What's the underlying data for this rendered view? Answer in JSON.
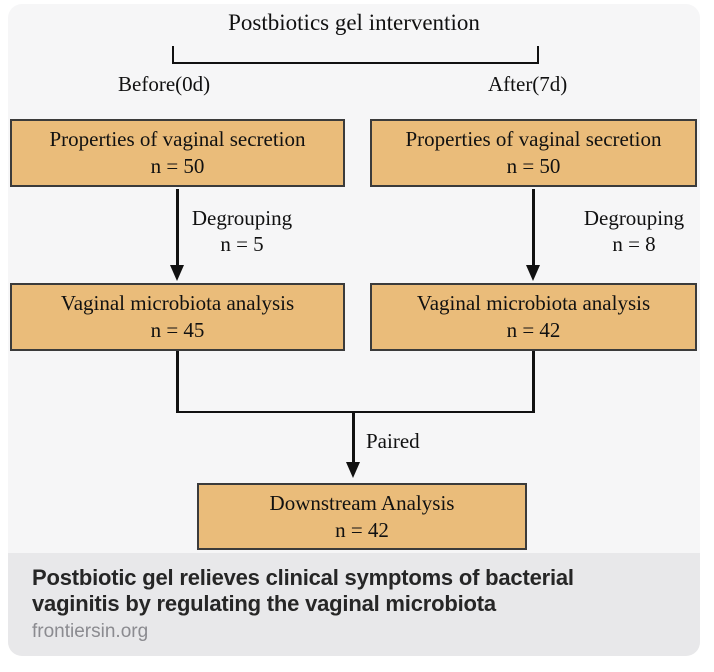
{
  "flowchart": {
    "title": "Postbiotics gel intervention",
    "branches": [
      {
        "label": "Before(0d)"
      },
      {
        "label": "After(7d)"
      }
    ],
    "boxes": [
      {
        "id": "secretion-before",
        "line1": "Properties of vaginal secretion",
        "line2": "n = 50"
      },
      {
        "id": "secretion-after",
        "line1": "Properties of vaginal secretion",
        "line2": "n = 50"
      },
      {
        "id": "microbiota-before",
        "line1": "Vaginal microbiota analysis",
        "line2": "n = 45"
      },
      {
        "id": "microbiota-after",
        "line1": "Vaginal microbiota analysis",
        "line2": "n = 42"
      },
      {
        "id": "downstream",
        "line1": "Downstream Analysis",
        "line2": "n = 42"
      }
    ],
    "edge_labels": {
      "degrouping_left": {
        "line1": "Degrouping",
        "line2": "n = 5"
      },
      "degrouping_right": {
        "line1": "Degrouping",
        "line2": "n = 8"
      },
      "paired": {
        "line1": "Paired"
      }
    },
    "colors": {
      "box_fill": "#eabc7a",
      "box_border": "#3b3b3b",
      "line": "#111111",
      "card_background": "#f6f6f7",
      "footer_background": "#e8e8ea"
    }
  },
  "footer": {
    "headline_line1": "Postbiotic gel relieves clinical symptoms of bacterial",
    "headline_line2": "vaginitis by regulating the vaginal microbiota",
    "source": "frontiersin.org"
  }
}
